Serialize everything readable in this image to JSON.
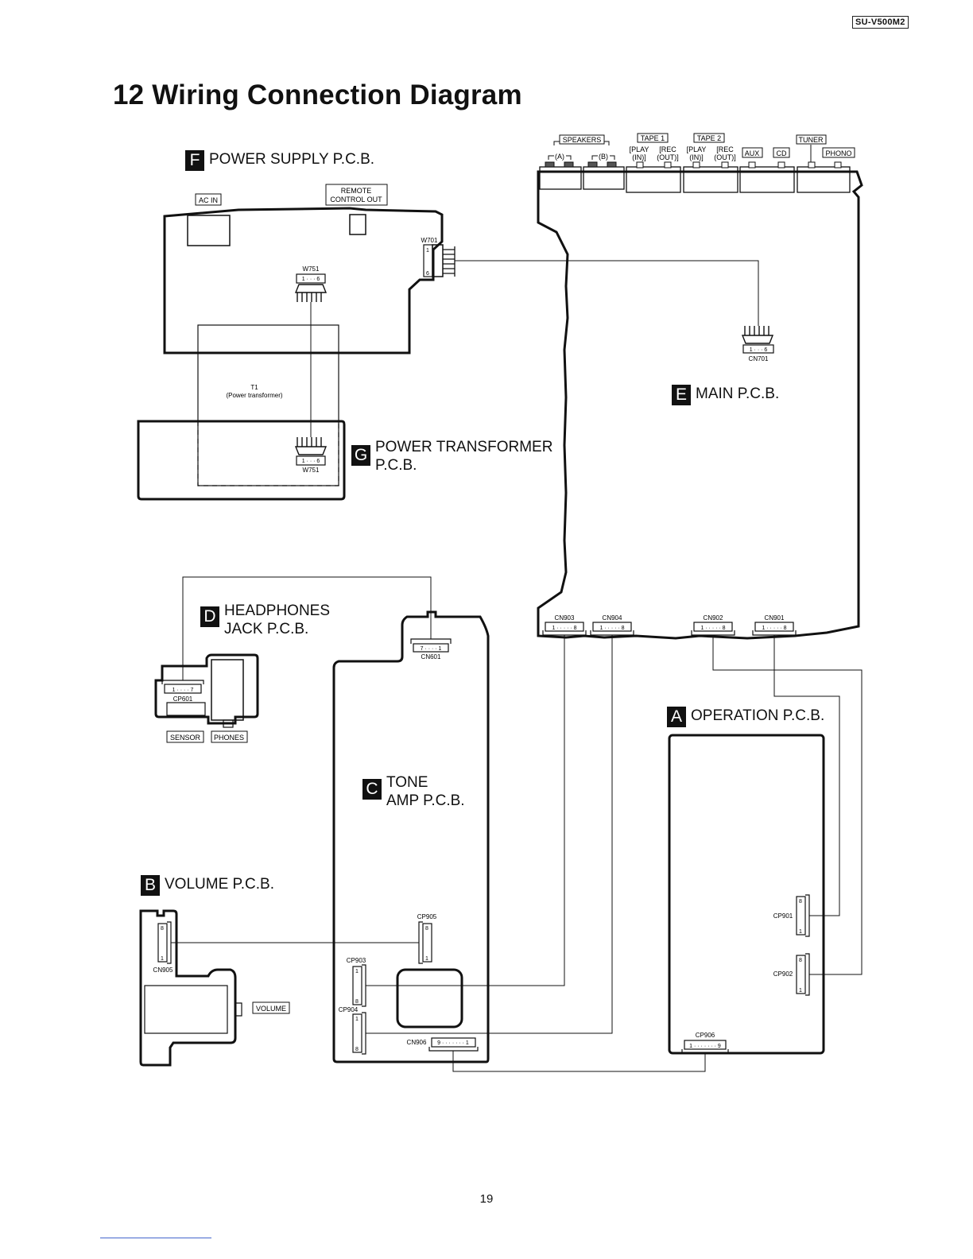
{
  "header": {
    "model": "SU-V500M2"
  },
  "title": "12 Wiring Connection Diagram",
  "page_number": "19",
  "boards": {
    "f": {
      "letter": "F",
      "name": "POWER SUPPLY P.C.B."
    },
    "e": {
      "letter": "E",
      "name": "MAIN P.C.B."
    },
    "g": {
      "letter": "G",
      "name": "POWER TRANSFORMER\nP.C.B."
    },
    "d": {
      "letter": "D",
      "name": "HEADPHONES\nJACK P.C.B."
    },
    "c": {
      "letter": "C",
      "name": "TONE\nAMP P.C.B."
    },
    "a": {
      "letter": "A",
      "name": "OPERATION P.C.B."
    },
    "b": {
      "letter": "B",
      "name": "VOLUME P.C.B."
    }
  },
  "jacks": {
    "speakers": "SPEAKERS",
    "speakers_a": "(A)",
    "speakers_b": "(B)",
    "tape1": "TAPE 1",
    "tape2": "TAPE 2",
    "play_in_1": "[PLAY",
    "play_in_2": "(IN)]",
    "rec_out_1": "[REC",
    "rec_out_2": "(OUT)]",
    "aux": "AUX",
    "cd": "CD",
    "tuner": "TUNER",
    "phono": "PHONO",
    "ac_in": "AC IN",
    "remote_1": "REMOTE",
    "remote_2": "CONTROL OUT",
    "sensor": "SENSOR",
    "phones": "PHONES",
    "volume": "VOLUME"
  },
  "components": {
    "t1_1": "T1",
    "t1_2": "(Power transformer)"
  },
  "connectors": {
    "w701": {
      "name": "W701",
      "pins": [
        "1",
        "6"
      ]
    },
    "w751_top": {
      "name": "W751",
      "range": "1 · · · 6"
    },
    "w751_bot": {
      "name": "W751",
      "range": "1 · · · 6"
    },
    "cn701": {
      "name": "CN701",
      "range": "1 · · · 6"
    },
    "cn903": {
      "name": "CN903",
      "range": "1 · · · · · 8"
    },
    "cn904": {
      "name": "CN904",
      "range": "1 · · · · · 8"
    },
    "cn902": {
      "name": "CN902",
      "range": "1 · · · · · 8"
    },
    "cn901": {
      "name": "CN901",
      "range": "1 · · · · · 8"
    },
    "cn601": {
      "name": "CN601",
      "range": "7 · · · · 1"
    },
    "cp601": {
      "name": "CP601",
      "range": "1 · · · · 7"
    },
    "cn905": {
      "name": "CN905",
      "pins": [
        "8",
        "1"
      ]
    },
    "cp905": {
      "name": "CP905",
      "pins": [
        "8",
        "1"
      ]
    },
    "cp903": {
      "name": "CP903",
      "pins": [
        "1",
        "8"
      ]
    },
    "cp904": {
      "name": "CP904",
      "pins": [
        "1",
        "8"
      ]
    },
    "cn906": {
      "name": "CN906",
      "range": "9 · · · · · · · 1"
    },
    "cp906": {
      "name": "CP906",
      "range": "1 · · · · · · · 9"
    },
    "cp901": {
      "name": "CP901",
      "pins": [
        "8",
        "1"
      ]
    },
    "cp902": {
      "name": "CP902",
      "pins": [
        "8",
        "1"
      ]
    }
  }
}
